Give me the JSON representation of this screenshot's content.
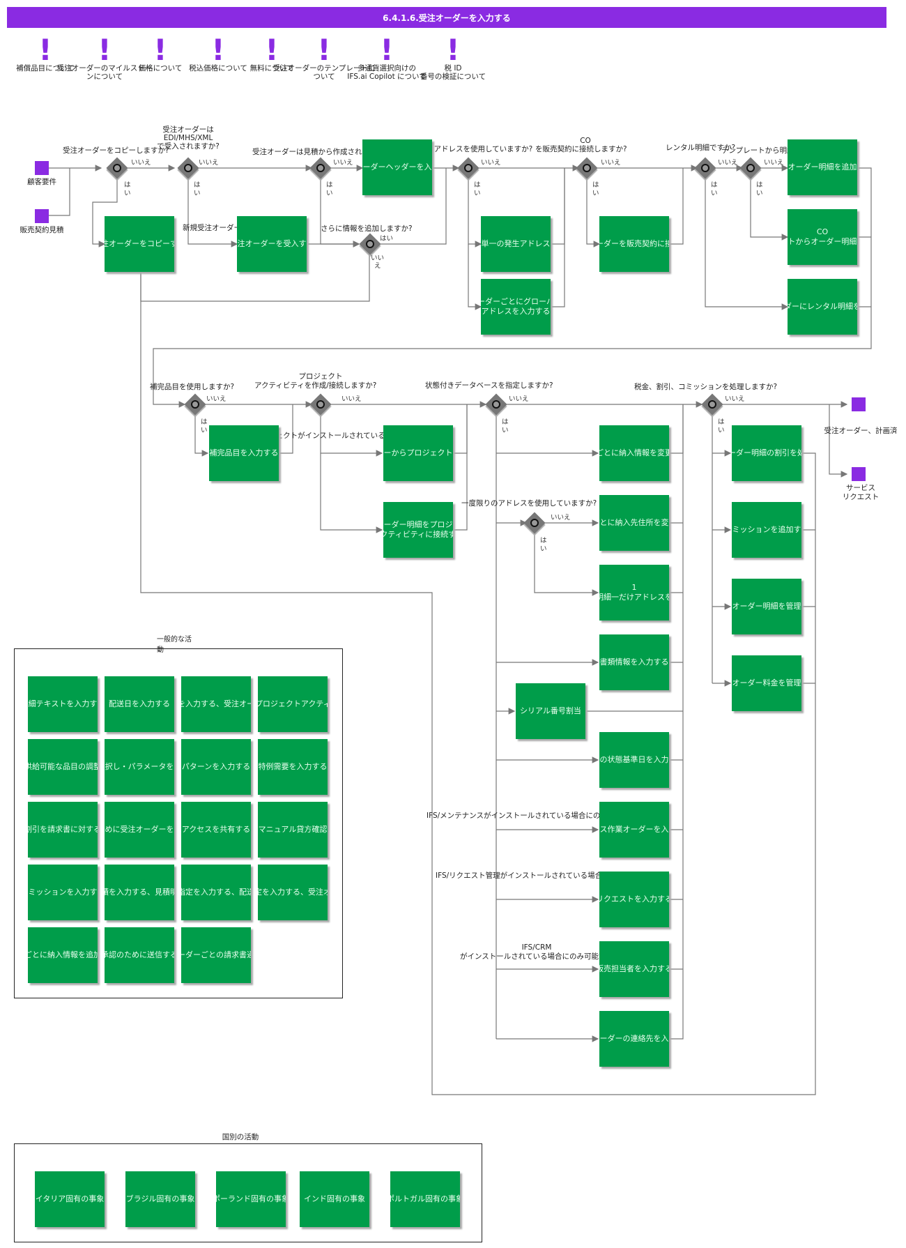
{
  "title": "6.4.1.6.受注オーダーを入力する",
  "colors": {
    "title_bar": "#8a2be2",
    "activity": "#009d4a",
    "gateway": "#777777",
    "event": "#8a2be2",
    "connector": "#777777"
  },
  "topics": [
    {
      "label": "補償品目について"
    },
    {
      "label": "受注オーダーのマイルストーンについて"
    },
    {
      "label": "価格について"
    },
    {
      "label": "税込価格について"
    },
    {
      "label": "無料について"
    },
    {
      "label": "受注オーダーのテンプレートについて"
    },
    {
      "label": "多通貨選択向けの",
      "label2": "IFS.ai Copilot について"
    },
    {
      "label": "税 ID",
      "label2": "番号の検証について"
    }
  ],
  "events": {
    "start_customer": "顧客要件",
    "start_quote": "販売契約見積",
    "end_planned": "受注オーダー、計画済",
    "end_service_1": "サービス",
    "end_service_2": "リクエスト"
  },
  "questions": {
    "q_copy": "受注オーダーをコピーしますか?",
    "q_edi_1": "受注オーダーは",
    "q_edi_2": "EDI/MHS/XML",
    "q_edi_3": "で受入されますか?",
    "q_quote": "受注オーダーは見積から作成されますか?",
    "q_once_addr": "一度限りのアドレスを使用していますか?",
    "q_co_1": "CO",
    "q_co_2": "を販売契約に接続しますか?",
    "q_rental": "レンタル明細ですか?",
    "q_template": "テンプレートから明細を追加しますか?",
    "q_more_info": "さらに情報を追加しますか?",
    "new_co": "新規受注オーダー",
    "q_comp": "補完品目を使用しますか?",
    "q_proj_1": "プロジェクト",
    "q_proj_2": "アクティビティを作成/接続しますか?",
    "q_state_db": "状態付きデータベースを指定しますか?",
    "q_tax": "税金、割引、コミッションを処理しますか?",
    "q_once_addr2": "一度限りのアドレスを使用していますか?",
    "note_proj": "IFS/プロジェクトがインストールされている場合にのみ可能です",
    "note_maint": "IFS/メンテナンスがインストールされている場合にのみ可能です",
    "note_req": "IFS/リクエスト管理がインストールされている場合のみ可能",
    "note_crm_1": "IFS/CRM",
    "note_crm_2": "がインストールされている場合にのみ可能です"
  },
  "answers": {
    "yes": "はい",
    "no": "いいえ",
    "ha": "は",
    "i": "い",
    "iie_split_1": "いい",
    "iie_split_2": "え"
  },
  "activities": {
    "copy_co": "受注オーダーをコピーする",
    "receive_co": "受注オーダーを受入する",
    "enter_header": "受注オーダーヘッダーを入力する",
    "enter_single_addr": "オーダーに単一の発生アドレスを入力する",
    "enter_global_1": "オーダーごとにグローバル",
    "enter_global_2": "アドレスを入力する",
    "connect_contract": "受注オーダーを販売契約に接続する",
    "add_lines": "受注オーダー明細を追加する",
    "template_1": "CO",
    "template_2": "テンプレートからオーダー明細を追加する",
    "rental_lines": "受注オーダーにレンタル明細を追加する",
    "comp_items": "補完品目を入力する",
    "create_project": "受注オーダーからプロジェクトを作成する",
    "connect_proj_1": "受注オーダー明細をプロジェクト",
    "connect_proj_2": "アクティビティに接続する",
    "change_delivery": "明細ごとに納入情報を変更する",
    "change_address": "明細ごとに納入先住所を変更する",
    "one_time_1": "1",
    "one_time_2": "回限りの明細一だけアドレスを入力する",
    "document_info": "書類情報を入力する",
    "serial": "シリアル番号割当",
    "state_date": "明細の状態基準日を入力する",
    "service_wo": "サービス作業オーダーを入力する",
    "request": "リクエストを入力する",
    "sales_rep": "販売担当者を入力する",
    "contact": "受注オーダーの連絡先を入力する",
    "discount": "受注オーダー明細の割引を処理する",
    "commission": "コミッションを追加する",
    "tax_lines": "受注オーダー明細を管理する",
    "charges": "受注オーダー料金を管理する"
  },
  "general": {
    "title_1": "一般的な活",
    "title_2": "動",
    "items": [
      "明細テキストを入力する",
      "配送日を入力する",
      "配送指定を入力する、受注オーダー明細",
      "受注オーダー明細をプロジェクトアクティビティから切断する",
      "供給可能な品目の調整",
      "構成を選択し・パラメータを入力する",
      "パターンを入力する",
      "特例需要を入力する",
      "割引を請求書に対する",
      "承認のために受注オーダーを送信する",
      "アクセスを共有する",
      "マニュアル貸方確認",
      "コミッションを入力する",
      "見積を入力する、見積明細",
      "配送指定を入力する、配送指定",
      "配送指定を入力する、受注オーダー",
      "明細ごとに納入情報を追加する",
      "承認のために送信する",
      "オーダーごとの請求書通貨"
    ]
  },
  "country": {
    "title": "国別の活動",
    "items": [
      "イタリア固有の事象",
      "ブラジル固有の事象",
      "ポーランド固有の事象",
      "インド固有の事象",
      "ポルトガル固有の事象"
    ]
  }
}
